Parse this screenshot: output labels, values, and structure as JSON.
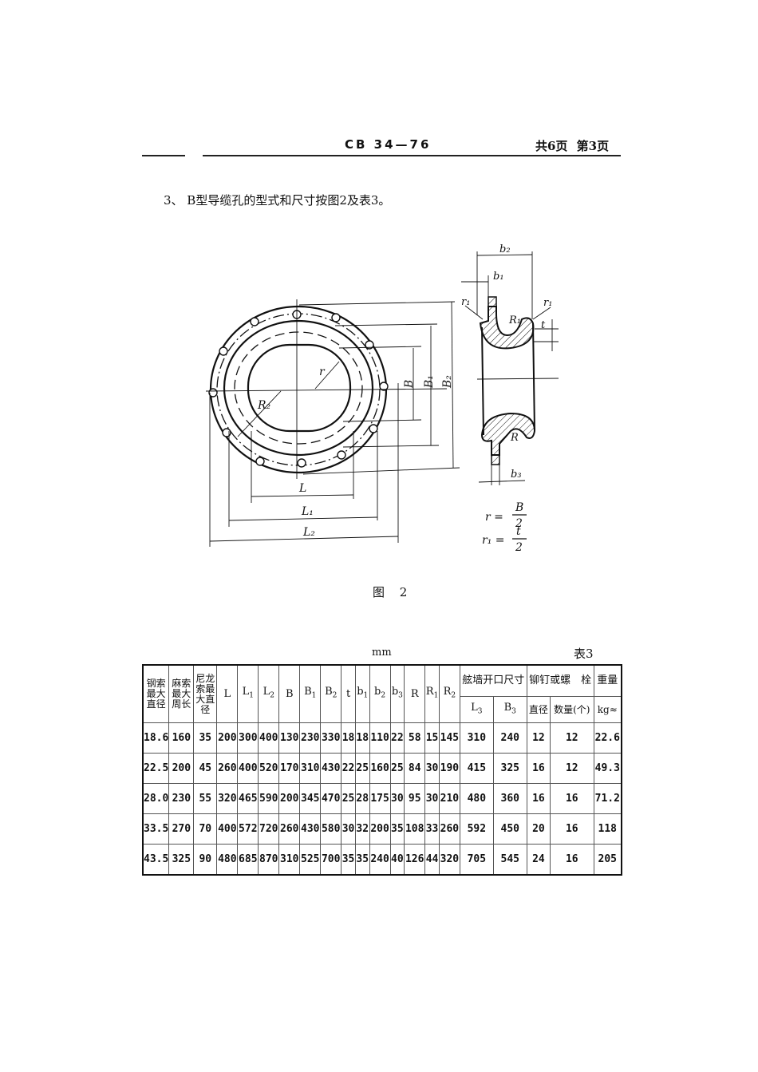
{
  "header": {
    "standard_code": "CB 34—76",
    "total_pages": "共6页",
    "current_page": "第3页"
  },
  "body": {
    "intro_text": "3、 B型导缆孔的型式和尺寸按图2及表3。"
  },
  "figure": {
    "caption": "图 2",
    "labels": {
      "L": "L",
      "L1": "L₁",
      "L2": "L₂",
      "B": "B",
      "B1": "B₁",
      "B2": "B₂",
      "r": "r",
      "R2": "R₂",
      "R1": "R₁",
      "R": "R",
      "b1": "b₁",
      "b2": "b₂",
      "b3": "b₃",
      "t": "t",
      "r1": "r₁"
    },
    "formulas": [
      {
        "lhs": "r =",
        "num": "B",
        "den": "2"
      },
      {
        "lhs": "r₁ =",
        "num": "t",
        "den": "2"
      }
    ]
  },
  "table": {
    "unit": "mm",
    "label": "表3",
    "headers": {
      "steel_rope": "钢索最大直径",
      "hemp_rope": "麻索最大周长",
      "nylon_rope": "尼龙索最大直径",
      "cols": [
        "L",
        "L1",
        "L2",
        "B",
        "B1",
        "B2",
        "t",
        "b1",
        "b2",
        "b3",
        "R",
        "R1",
        "R2"
      ],
      "bulwark_opening": "舷墙开口尺寸",
      "bulwark_sub": [
        "L3",
        "B3"
      ],
      "fastener": "铆钉或螺　栓",
      "fastener_sub": [
        "直径",
        "数量(个)"
      ],
      "weight": "重量",
      "weight_unit": "kg≈"
    },
    "rows": [
      [
        "18.6",
        "160",
        "35",
        "200",
        "300",
        "400",
        "130",
        "230",
        "330",
        "18",
        "18",
        "110",
        "22",
        "58",
        "15",
        "145",
        "310",
        "240",
        "12",
        "12",
        "22.6"
      ],
      [
        "22.5",
        "200",
        "45",
        "260",
        "400",
        "520",
        "170",
        "310",
        "430",
        "22",
        "25",
        "160",
        "25",
        "84",
        "30",
        "190",
        "415",
        "325",
        "16",
        "12",
        "49.3"
      ],
      [
        "28.0",
        "230",
        "55",
        "320",
        "465",
        "590",
        "200",
        "345",
        "470",
        "25",
        "28",
        "175",
        "30",
        "95",
        "30",
        "210",
        "480",
        "360",
        "16",
        "16",
        "71.2"
      ],
      [
        "33.5",
        "270",
        "70",
        "400",
        "572",
        "720",
        "260",
        "430",
        "580",
        "30",
        "32",
        "200",
        "35",
        "108",
        "33",
        "260",
        "592",
        "450",
        "20",
        "16",
        "118"
      ],
      [
        "43.5",
        "325",
        "90",
        "480",
        "685",
        "870",
        "310",
        "525",
        "700",
        "35",
        "35",
        "240",
        "40",
        "126",
        "44",
        "320",
        "705",
        "545",
        "24",
        "16",
        "205"
      ]
    ]
  }
}
